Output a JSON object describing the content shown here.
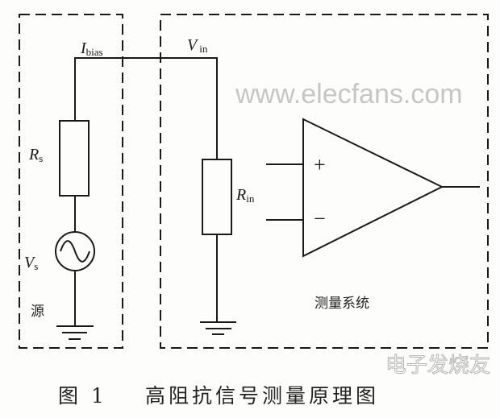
{
  "labels": {
    "i_bias": {
      "main": "I",
      "sub": "bias"
    },
    "v_in": {
      "main": "V",
      "sub": "in"
    },
    "r_s": {
      "main": "R",
      "sub": "s"
    },
    "r_in": {
      "main": "R",
      "sub": "in"
    },
    "v_s": {
      "main": "V",
      "sub": "s"
    },
    "source": "源",
    "measurement_system": "测量系统",
    "plus": "+",
    "minus": "−"
  },
  "caption": {
    "figure_number": "图 1",
    "title": "高阻抗信号测量原理图"
  },
  "watermarks": {
    "site": "www.elecfans.com",
    "brand": "电子发烧友"
  }
}
